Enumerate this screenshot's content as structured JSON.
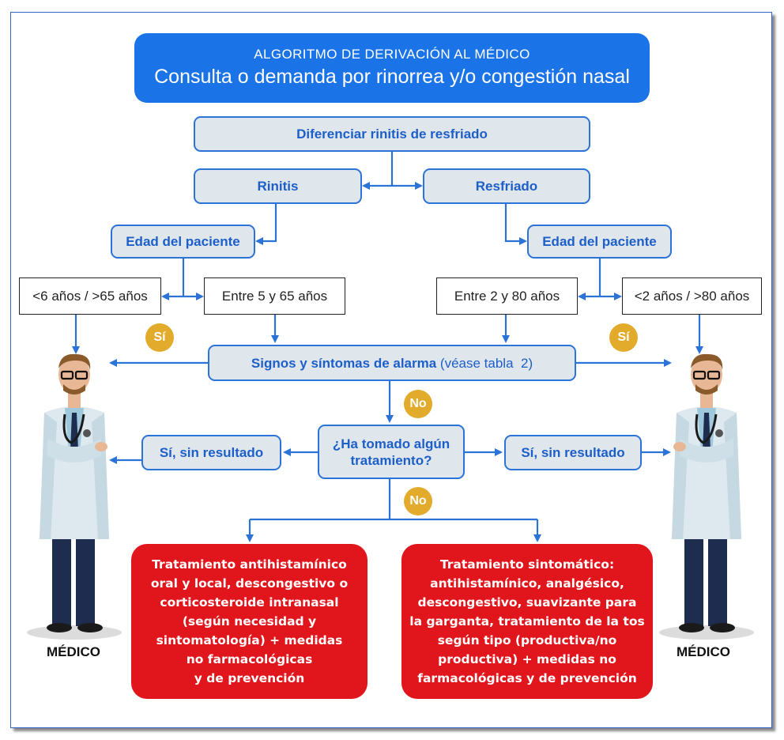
{
  "title": {
    "line1": "ALGORITMO DE DERIVACIÓN AL MÉDICO",
    "line2": "Consulta o demanda por rinorrea y/o congestión nasal"
  },
  "nodes": {
    "diferenciar": "Diferenciar rinitis de resfriado",
    "rinitis": "Rinitis",
    "resfriado": "Resfriado",
    "edad_left": "Edad del paciente",
    "edad_right": "Edad del paciente",
    "age_lt6_gt65": "<6 años / >65 años",
    "age_5_65": "Entre 5 y 65 años",
    "age_2_80": "Entre 2 y 80 años",
    "age_lt2_gt80": "<2 años / >80 años",
    "signos_bold": "Signos y síntomas de alarma",
    "signos_note": " (véase tabla  2)",
    "tratamiento_line1": "¿Ha tomado algún",
    "tratamiento_line2": "tratamiento?",
    "si_sin_resultado_left": "Sí, sin resultado",
    "si_sin_resultado_right": "Sí, sin resultado"
  },
  "badges": {
    "si_left": "Sí",
    "si_right": "Sí",
    "no_1": "No",
    "no_2": "No"
  },
  "treatments": {
    "left": [
      "Tratamiento antihistamínico",
      "oral y local, descongestivo o",
      "corticosteroide intranasal",
      "(según necesidad y",
      "sintomatología) + medidas",
      "no farmacológicas",
      "y de prevención"
    ],
    "right": [
      "Tratamiento sintomático:",
      "antihistamínico, analgésico,",
      "descongestivo, suavizante para",
      "la garganta, tratamiento de la tos",
      "según tipo (productiva/no",
      "productiva) + medidas no",
      "farmacológicas y de prevención"
    ]
  },
  "doctors": {
    "left_label": "MÉDICO",
    "right_label": "MÉDICO"
  },
  "colors": {
    "accent_blue": "#1b73e8",
    "line_blue": "#2b73d6",
    "node_grey": "#dfe6ec",
    "alert_red": "#e1161c",
    "badge_gold": "#e2ab2c"
  }
}
